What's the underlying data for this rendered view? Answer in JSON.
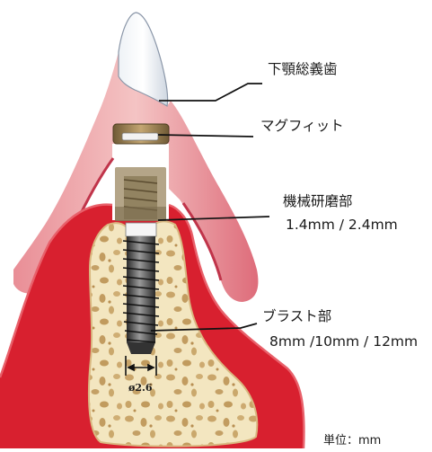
{
  "labels": {
    "denture": "下顎総義歯",
    "magfit": "マグフィット",
    "machined": "機械研磨部",
    "machined_size": "1.4mm / 2.4mm",
    "blast": "ブラスト部",
    "blast_size": "8mm /10mm / 12mm",
    "diameter": "ø2.6",
    "unit": "単位：mm"
  }
}
